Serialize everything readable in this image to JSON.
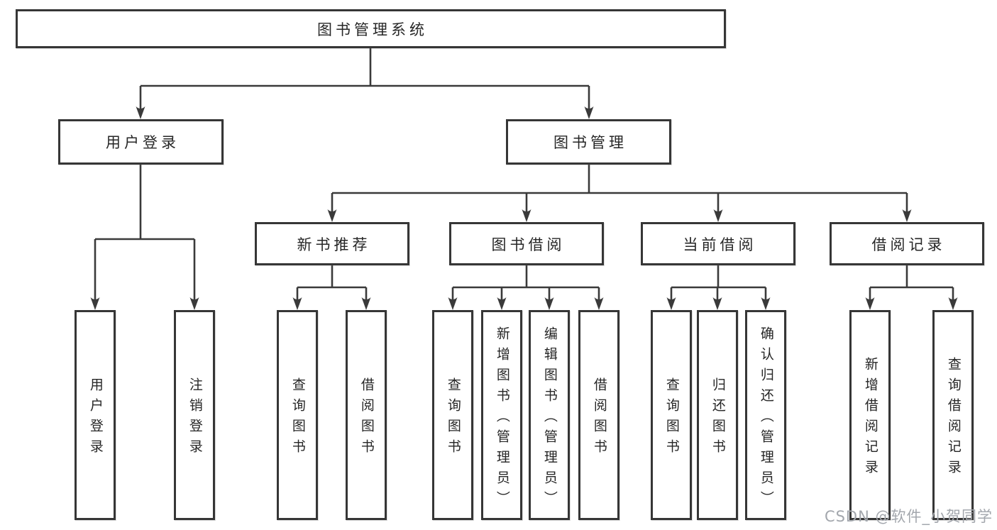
{
  "tree": {
    "root": "图书管理系统",
    "user_login": "用户登录",
    "book_management": "图书管理",
    "new_book_recommend": "新书推荐",
    "book_borrow": "图书借阅",
    "current_borrow": "当前借阅",
    "borrow_records": "借阅记录",
    "leaves": {
      "user": [
        "用户登录",
        "注销登录"
      ],
      "recommend": [
        "查询图书",
        "借阅图书"
      ],
      "borrow": [
        "查询图书",
        "新增图书（管理员）",
        "编辑图书（管理员）",
        "借阅图书"
      ],
      "current": [
        "查询图书",
        "归还图书",
        "确认归还（管理员）"
      ],
      "records": [
        "新增借阅记录",
        "查询借阅记录"
      ]
    }
  },
  "watermark": "CSDN @软件_小贺同学",
  "colors": {
    "line": "#3a3a3a",
    "box_border": "#363636",
    "text": "#262626",
    "watermark": "#a3a7ad",
    "background": "#ffffff"
  }
}
